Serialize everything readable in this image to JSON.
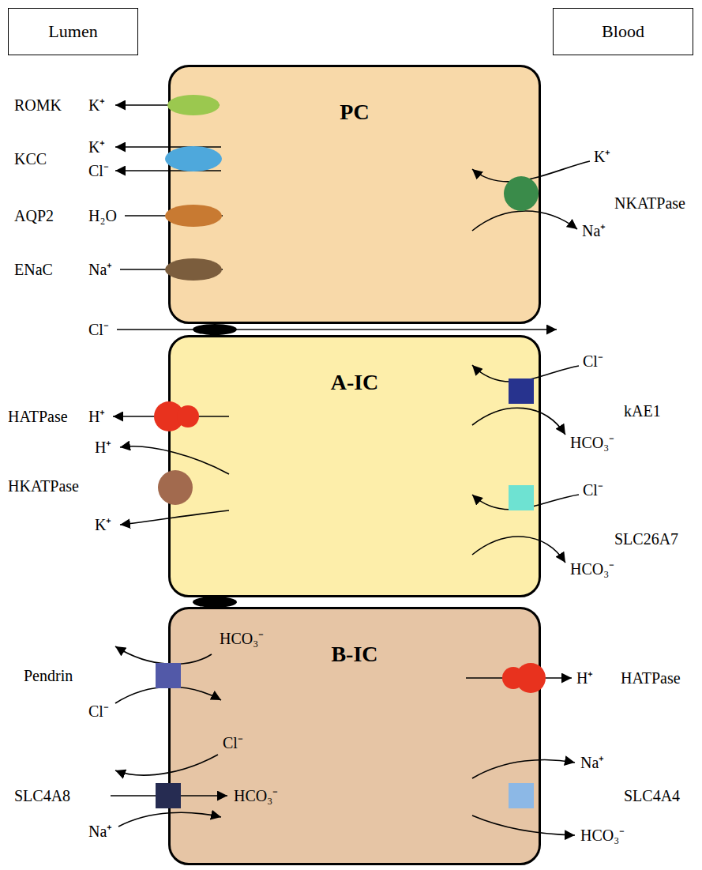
{
  "diagram": {
    "nodes": [
      {
        "text": [
          "Lumen"
        ]
      },
      {
        "text": [
          "Blood"
        ]
      },
      {
        "text": [
          "PC"
        ]
      },
      {
        "text": [
          "A-IC"
        ]
      },
      {
        "text": [
          "B-IC"
        ]
      }
    ],
    "labels": [
      "ROMK",
      "K⁺",
      "KCC",
      "K⁺",
      "Cl⁻",
      "AQP2",
      "H₂O",
      "ENaC",
      "Na⁺",
      "K⁺",
      "NKATPase",
      "Na⁺",
      "Cl⁻",
      "Cl⁻",
      "kAE1",
      "HCO₃⁻",
      "HATPase",
      "H⁺",
      "H⁺",
      "HKATPase",
      "K⁺",
      "Cl⁻",
      "SLC26A7",
      "HCO₃⁻",
      "HCO₃⁻",
      "Pendrin",
      "Cl⁻",
      "H⁺",
      "HATPase",
      "Cl⁻",
      "SLC4A8",
      "HCO₃⁻",
      "Na⁺",
      "Na⁺",
      "SLC4A4",
      "HCO₃⁻"
    ]
  }
}
